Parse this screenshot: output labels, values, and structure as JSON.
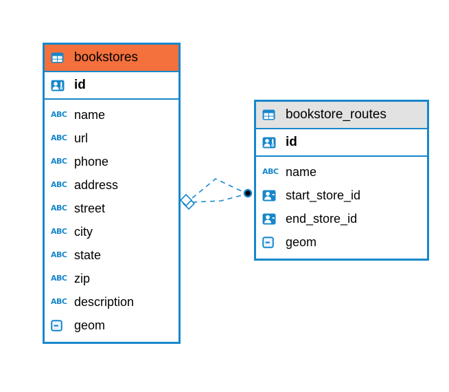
{
  "colors": {
    "table_border": "#1787CB",
    "header_selected": "#F4703C",
    "header_default": "#E2E2E2",
    "icon_blue": "#1787CB",
    "connector": "#1787CB",
    "background": "#ffffff"
  },
  "icons": {
    "text_type_glyph": "ABC"
  },
  "tables": [
    {
      "name": "bookstores",
      "key_column": "id",
      "columns": [
        {
          "name": "name"
        },
        {
          "name": "url"
        },
        {
          "name": "phone"
        },
        {
          "name": "address"
        },
        {
          "name": "street"
        },
        {
          "name": "city"
        },
        {
          "name": "state"
        },
        {
          "name": "zip"
        },
        {
          "name": "description"
        },
        {
          "name": "geom"
        }
      ]
    },
    {
      "name": "bookstore_routes",
      "key_column": "id",
      "columns": [
        {
          "name": "name"
        },
        {
          "name": "start_store_id"
        },
        {
          "name": "end_store_id"
        },
        {
          "name": "geom"
        }
      ]
    }
  ],
  "relationship": {
    "from_table": "bookstores",
    "to_table": "bookstore_routes",
    "line_style": "dashed",
    "start_marker": "diamond",
    "end_marker": "dot"
  }
}
